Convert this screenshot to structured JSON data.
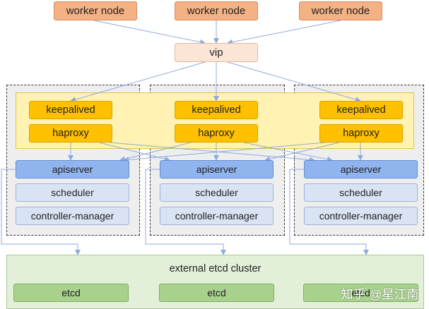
{
  "workers": [
    "worker node",
    "worker node",
    "worker node"
  ],
  "vip": "vip",
  "masters": [
    {
      "keepalived": "keepalived",
      "haproxy": "haproxy",
      "apiserver": "apiserver",
      "scheduler": "scheduler",
      "controller": "controller-manager"
    },
    {
      "keepalived": "keepalived",
      "haproxy": "haproxy",
      "apiserver": "apiserver",
      "scheduler": "scheduler",
      "controller": "controller-manager"
    },
    {
      "keepalived": "keepalived",
      "haproxy": "haproxy",
      "apiserver": "apiserver",
      "scheduler": "scheduler",
      "controller": "controller-manager"
    }
  ],
  "etcd_cluster": {
    "title": "external etcd cluster",
    "members": [
      "etcd",
      "etcd",
      "etcd"
    ]
  },
  "watermark": "知乎 @星江南",
  "colors": {
    "worker": "#f4b183",
    "vip": "#fbe5d6",
    "keepalived_band": "#fff2b3",
    "keepalived_box": "#ffc000",
    "apiserver": "#8fb4ee",
    "component": "#dae3f3",
    "etcd_panel": "#e2f0d9",
    "etcd_box": "#a9d18e"
  }
}
